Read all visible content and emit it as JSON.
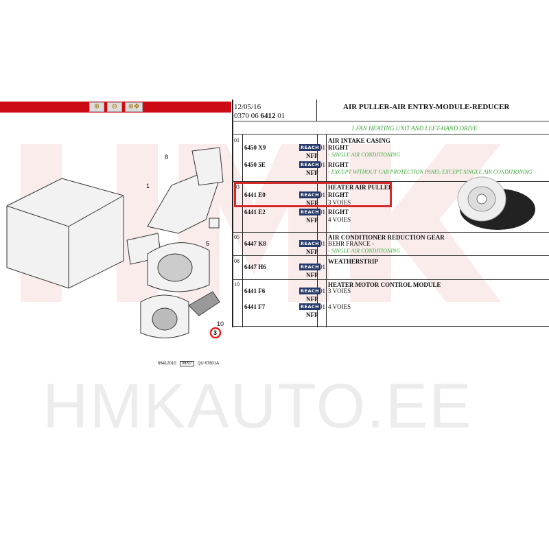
{
  "watermark": "HMKAUTO.EE",
  "toolbar": {
    "zoom_in": "zoom-in",
    "zoom_out": "zoom-out",
    "zoom_pan": "zoom-pan"
  },
  "diagram": {
    "callouts": [
      "8",
      "1",
      "5",
      "10",
      "3"
    ],
    "footer_code": "66412010",
    "footer_date": "09/97",
    "footer_ref": "QU 67801A"
  },
  "header": {
    "date": "12/05/16",
    "ref_prefix": "0370 06 ",
    "ref_bold": "6412",
    "ref_suffix": " 01",
    "title": "AIR PULLER-AIR ENTRY-MODULE-REDUCER",
    "subtitle": "1 FAN HEATING UNIT AND LEFT-HAND DRIVE"
  },
  "reach": "REACH",
  "nfp": "NFP",
  "groups": [
    {
      "num": "01",
      "title": "AIR INTAKE CASING",
      "parts": [
        {
          "ref": "6450 X9",
          "qty": "01",
          "desc": "RIGHT",
          "note": "- SINGLE AIR CONDITIONING"
        },
        {
          "ref": "6450 5E",
          "qty": "01",
          "desc": "RIGHT",
          "note": "- EXCEPT WITHOUT CAB PROTECTION PANEL EXCEPT SINGLE AIR CONDITIONING"
        }
      ]
    },
    {
      "num": "03",
      "title": "HEATER AIR PULLER",
      "parts": [
        {
          "ref": "6441 E0",
          "qty": "01",
          "desc": "RIGHT",
          "extra": "3 VOIES"
        },
        {
          "ref": "6441 E2",
          "qty": "01",
          "desc": "RIGHT",
          "extra": "4 VOIES"
        }
      ]
    },
    {
      "num": "05",
      "title": "AIR CONDITIONER REDUCTION GEAR",
      "parts": [
        {
          "ref": "6447 K8",
          "qty": "01",
          "desc": "BEHR FRANCE -",
          "note": "- SINGLE AIR CONDITIONING"
        }
      ]
    },
    {
      "num": "08",
      "title": "WEATHERSTRIP",
      "parts": [
        {
          "ref": "6447 H6",
          "qty": "01"
        }
      ]
    },
    {
      "num": "10",
      "title": "HEATER MOTOR CONTROL MODULE",
      "parts": [
        {
          "ref": "6441 F6",
          "qty": "01",
          "desc": "3 VOIES"
        },
        {
          "ref": "6441 F7",
          "qty": "01",
          "desc": "4 VOIES"
        }
      ]
    }
  ]
}
